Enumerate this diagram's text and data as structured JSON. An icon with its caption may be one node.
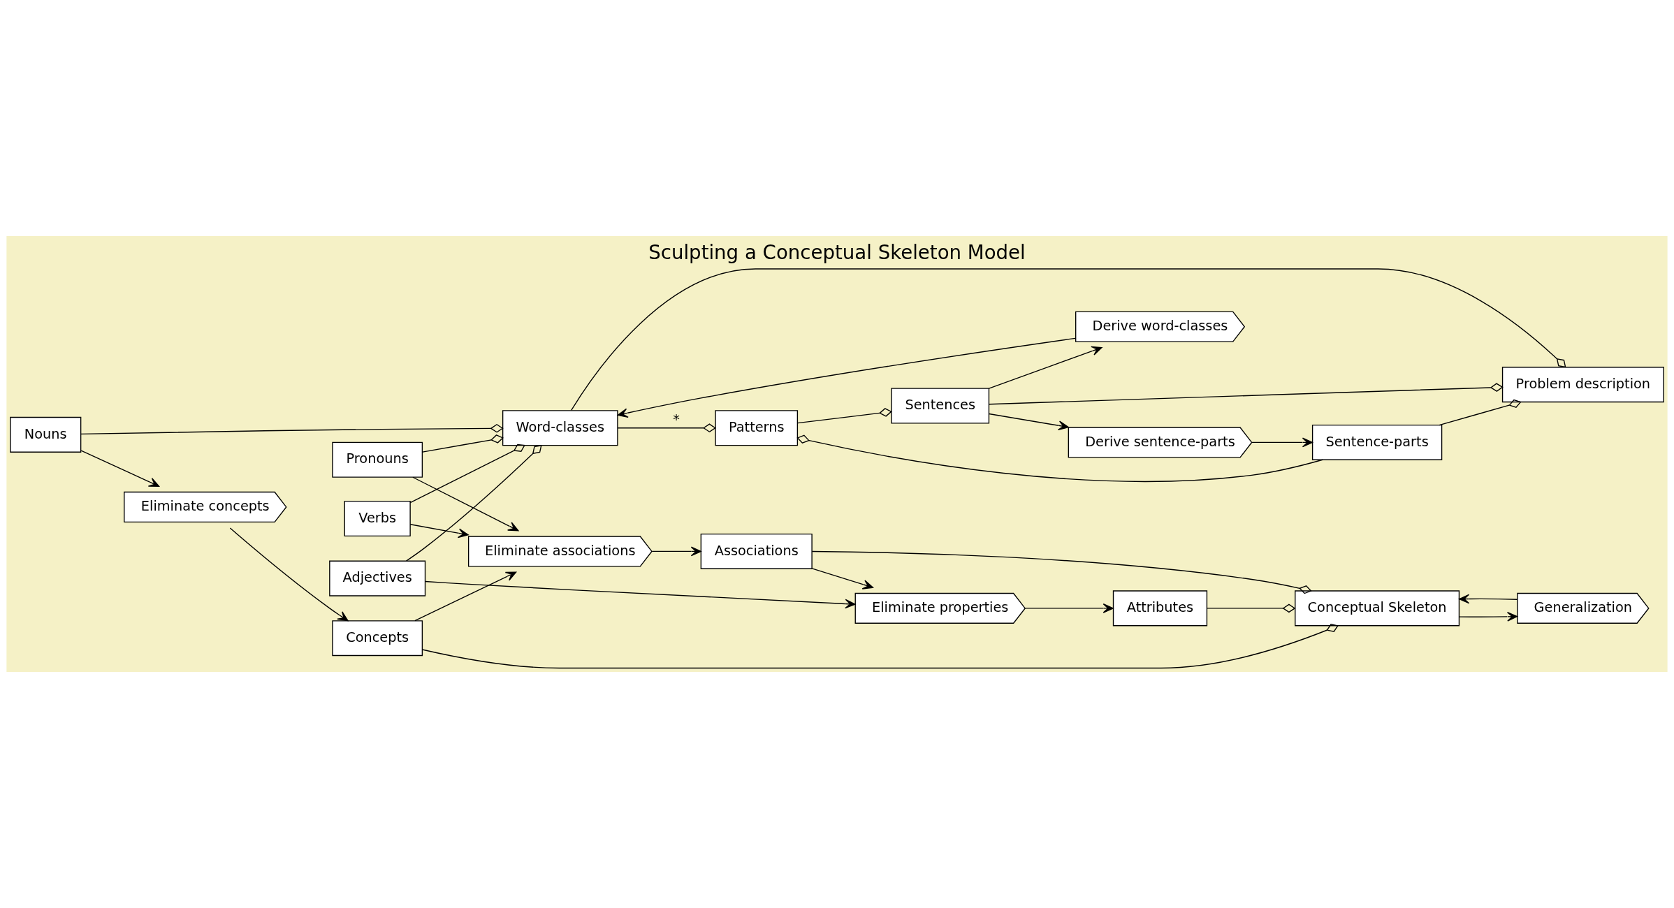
{
  "diagram": {
    "title": "Sculpting a Conceptual Skeleton Model",
    "nodes": [
      {
        "text": [
          "Problem description"
        ]
      },
      {
        "text": [
          "Derive word-classes"
        ]
      },
      {
        "text": [
          "Word-classes"
        ]
      },
      {
        "text": [
          "Sentences"
        ]
      },
      {
        "text": [
          "Patterns"
        ]
      },
      {
        "text": [
          "Derive sentence-parts"
        ]
      },
      {
        "text": [
          "Sentence-parts"
        ]
      },
      {
        "text": [
          "Generalization"
        ]
      },
      {
        "text": [
          "Conceptual Skeleton"
        ]
      },
      {
        "text": [
          "Nouns"
        ]
      },
      {
        "text": [
          "Eliminate concepts"
        ]
      },
      {
        "text": [
          "Concepts"
        ]
      },
      {
        "text": [
          "Pronouns"
        ]
      },
      {
        "text": [
          "Eliminate associations"
        ]
      },
      {
        "text": [
          "Associations"
        ]
      },
      {
        "text": [
          "Verbs"
        ]
      },
      {
        "text": [
          "Adjectives"
        ]
      },
      {
        "text": [
          "Eliminate properties"
        ]
      },
      {
        "text": [
          "Attributes"
        ]
      }
    ],
    "edges": [
      {
        "from": 3,
        "to": 0,
        "arrow": "other"
      },
      {
        "from": 2,
        "to": 0,
        "arrow": "other"
      },
      {
        "from": 6,
        "to": 0,
        "arrow": "other"
      },
      {
        "from": 4,
        "to": 3,
        "arrow": "other"
      },
      {
        "from": 2,
        "to": 4,
        "arrow": "other",
        "label": "*"
      },
      {
        "from": 6,
        "to": 4,
        "arrow": "other"
      },
      {
        "from": 3,
        "to": 1,
        "arrow": "to"
      },
      {
        "from": 3,
        "to": 5,
        "arrow": "to"
      },
      {
        "from": 1,
        "to": 2,
        "arrow": "to"
      },
      {
        "from": 5,
        "to": 6,
        "arrow": "to"
      },
      {
        "from": 9,
        "to": 2,
        "arrow": "other"
      },
      {
        "from": 12,
        "to": 2,
        "arrow": "other"
      },
      {
        "from": 15,
        "to": 2,
        "arrow": "other"
      },
      {
        "from": 16,
        "to": 2,
        "arrow": "other"
      },
      {
        "from": 9,
        "to": 10,
        "arrow": "to"
      },
      {
        "from": 10,
        "to": 11,
        "arrow": "to"
      },
      {
        "from": 11,
        "to": 13,
        "arrow": "to"
      },
      {
        "from": 12,
        "to": 13,
        "arrow": "to"
      },
      {
        "from": 15,
        "to": 13,
        "arrow": "to"
      },
      {
        "from": 13,
        "to": 14,
        "arrow": "to"
      },
      {
        "from": 14,
        "to": 17,
        "arrow": "to"
      },
      {
        "from": 16,
        "to": 17,
        "arrow": "to"
      },
      {
        "from": 17,
        "to": 18,
        "arrow": "to"
      },
      {
        "from": 11,
        "to": 8,
        "arrow": "other"
      },
      {
        "from": 14,
        "to": 8,
        "arrow": "other"
      },
      {
        "from": 18,
        "to": 8,
        "arrow": "other"
      },
      {
        "from": 8,
        "to": 7,
        "arrow": "to"
      },
      {
        "from": 7,
        "to": 8,
        "arrow": "to"
      }
    ]
  }
}
